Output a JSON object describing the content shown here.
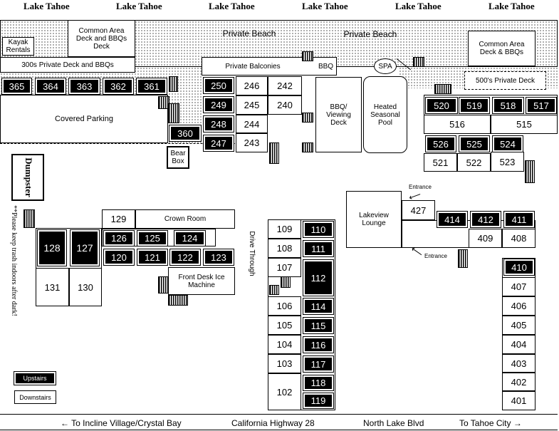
{
  "lake_labels": [
    "Lake Tahoe",
    "Lake Tahoe",
    "Lake Tahoe",
    "Lake Tahoe",
    "Lake Tahoe",
    "Lake Tahoe"
  ],
  "beach": {
    "left": "Private Beach",
    "right": "Private Beach"
  },
  "areas": {
    "kayak": "Kayak Rentals",
    "common_left": "Common Area Deck and BBQs Deck",
    "common_right": "Common Area Deck & BBQs",
    "deck_300": "300s Private  Deck and BBQs",
    "balconies": "Private Balconies",
    "bbq": "BBQ",
    "spa": "SPA",
    "deck_500": "500's Private Deck",
    "covered_parking": "Covered Parking",
    "bbq_deck": "BBQ/ Viewing Deck",
    "pool": "Heated Seasonal Pool",
    "bear_box": "Bear Box",
    "dumpster": "Dumpster",
    "trash_note": "**Please keep trash indoors after dark!",
    "crown_room": "Crown Room",
    "front_desk": "Front Desk Ice Machine",
    "drive_through": "Drive Through",
    "lakeview_lounge": "Lakeview Lounge",
    "entrance_top": "Entrance",
    "entrance_bottom": "Entrance"
  },
  "legend": {
    "upstairs": "Upstairs",
    "downstairs": "Downstairs"
  },
  "roads": {
    "to_incline": "← To Incline Village/Crystal Bay",
    "hwy": "California Highway 28",
    "north_lake": "North Lake Blvd",
    "to_city": "To Tahoe City →"
  },
  "rooms": [
    {
      "num": "365",
      "up": true
    },
    {
      "num": "364",
      "up": true
    },
    {
      "num": "363",
      "up": true
    },
    {
      "num": "362",
      "up": true
    },
    {
      "num": "361",
      "up": true
    },
    {
      "num": "360",
      "up": true
    },
    {
      "num": "250",
      "up": true
    },
    {
      "num": "246",
      "up": false
    },
    {
      "num": "242",
      "up": false
    },
    {
      "num": "249",
      "up": true
    },
    {
      "num": "245",
      "up": false
    },
    {
      "num": "240",
      "up": false
    },
    {
      "num": "248",
      "up": true
    },
    {
      "num": "244",
      "up": false
    },
    {
      "num": "247",
      "up": true
    },
    {
      "num": "243",
      "up": false
    },
    {
      "num": "520",
      "up": true
    },
    {
      "num": "519",
      "up": true
    },
    {
      "num": "518",
      "up": true
    },
    {
      "num": "517",
      "up": true
    },
    {
      "num": "516",
      "up": false
    },
    {
      "num": "515",
      "up": false
    },
    {
      "num": "526",
      "up": true
    },
    {
      "num": "525",
      "up": true
    },
    {
      "num": "524",
      "up": true
    },
    {
      "num": "521",
      "up": false
    },
    {
      "num": "522",
      "up": false
    },
    {
      "num": "523",
      "up": false
    },
    {
      "num": "427",
      "up": false
    },
    {
      "num": "414",
      "up": true
    },
    {
      "num": "412",
      "up": true
    },
    {
      "num": "411",
      "up": true
    },
    {
      "num": "409",
      "up": false
    },
    {
      "num": "408",
      "up": false
    },
    {
      "num": "410",
      "up": true
    },
    {
      "num": "407",
      "up": false
    },
    {
      "num": "406",
      "up": false
    },
    {
      "num": "405",
      "up": false
    },
    {
      "num": "404",
      "up": false
    },
    {
      "num": "403",
      "up": false
    },
    {
      "num": "402",
      "up": false
    },
    {
      "num": "401",
      "up": false
    },
    {
      "num": "129",
      "up": false
    },
    {
      "num": "126",
      "up": true
    },
    {
      "num": "125",
      "up": true
    },
    {
      "num": "124",
      "up": true
    },
    {
      "num": "128",
      "up": true
    },
    {
      "num": "127",
      "up": true
    },
    {
      "num": "120",
      "up": true
    },
    {
      "num": "121",
      "up": true
    },
    {
      "num": "122",
      "up": true
    },
    {
      "num": "123",
      "up": true
    },
    {
      "num": "131",
      "up": false
    },
    {
      "num": "130",
      "up": false
    },
    {
      "num": "109",
      "up": false
    },
    {
      "num": "110",
      "up": true
    },
    {
      "num": "108",
      "up": false
    },
    {
      "num": "111",
      "up": true
    },
    {
      "num": "107",
      "up": false
    },
    {
      "num": "112",
      "up": true
    },
    {
      "num": "106",
      "up": false
    },
    {
      "num": "114",
      "up": true
    },
    {
      "num": "105",
      "up": false
    },
    {
      "num": "115",
      "up": true
    },
    {
      "num": "104",
      "up": false
    },
    {
      "num": "116",
      "up": true
    },
    {
      "num": "103",
      "up": false
    },
    {
      "num": "117",
      "up": true
    },
    {
      "num": "102",
      "up": false
    },
    {
      "num": "118",
      "up": true
    },
    {
      "num": "119",
      "up": true
    }
  ]
}
